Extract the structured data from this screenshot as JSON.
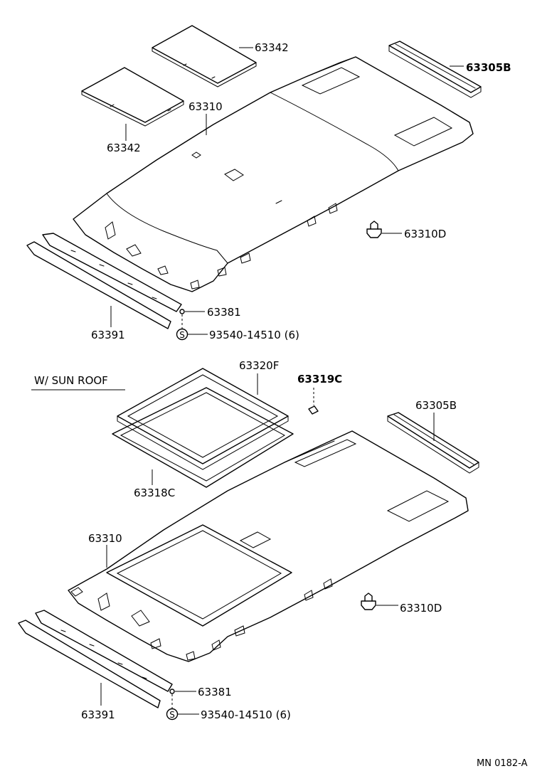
{
  "top_section": {
    "labels": {
      "pad_upper": "63342",
      "pad_lower": "63342",
      "rail": "63305B",
      "headliner": "63310",
      "clip": "63310D",
      "retainer": "63381",
      "garnish": "63391",
      "screw_symbol": "S",
      "screw": "93540-14510 (6)"
    }
  },
  "sunroof_section": {
    "title": "W/ SUN  ROOF",
    "labels": {
      "sunshade": "63320F",
      "stopper": "63319C",
      "rail": "63305B",
      "frame": "63318C",
      "headliner": "63310",
      "clip": "63310D",
      "retainer": "63381",
      "garnish": "63391",
      "screw_symbol": "S",
      "screw": "93540-14510 (6)"
    }
  },
  "footer": {
    "code": "MN  0182-A"
  }
}
